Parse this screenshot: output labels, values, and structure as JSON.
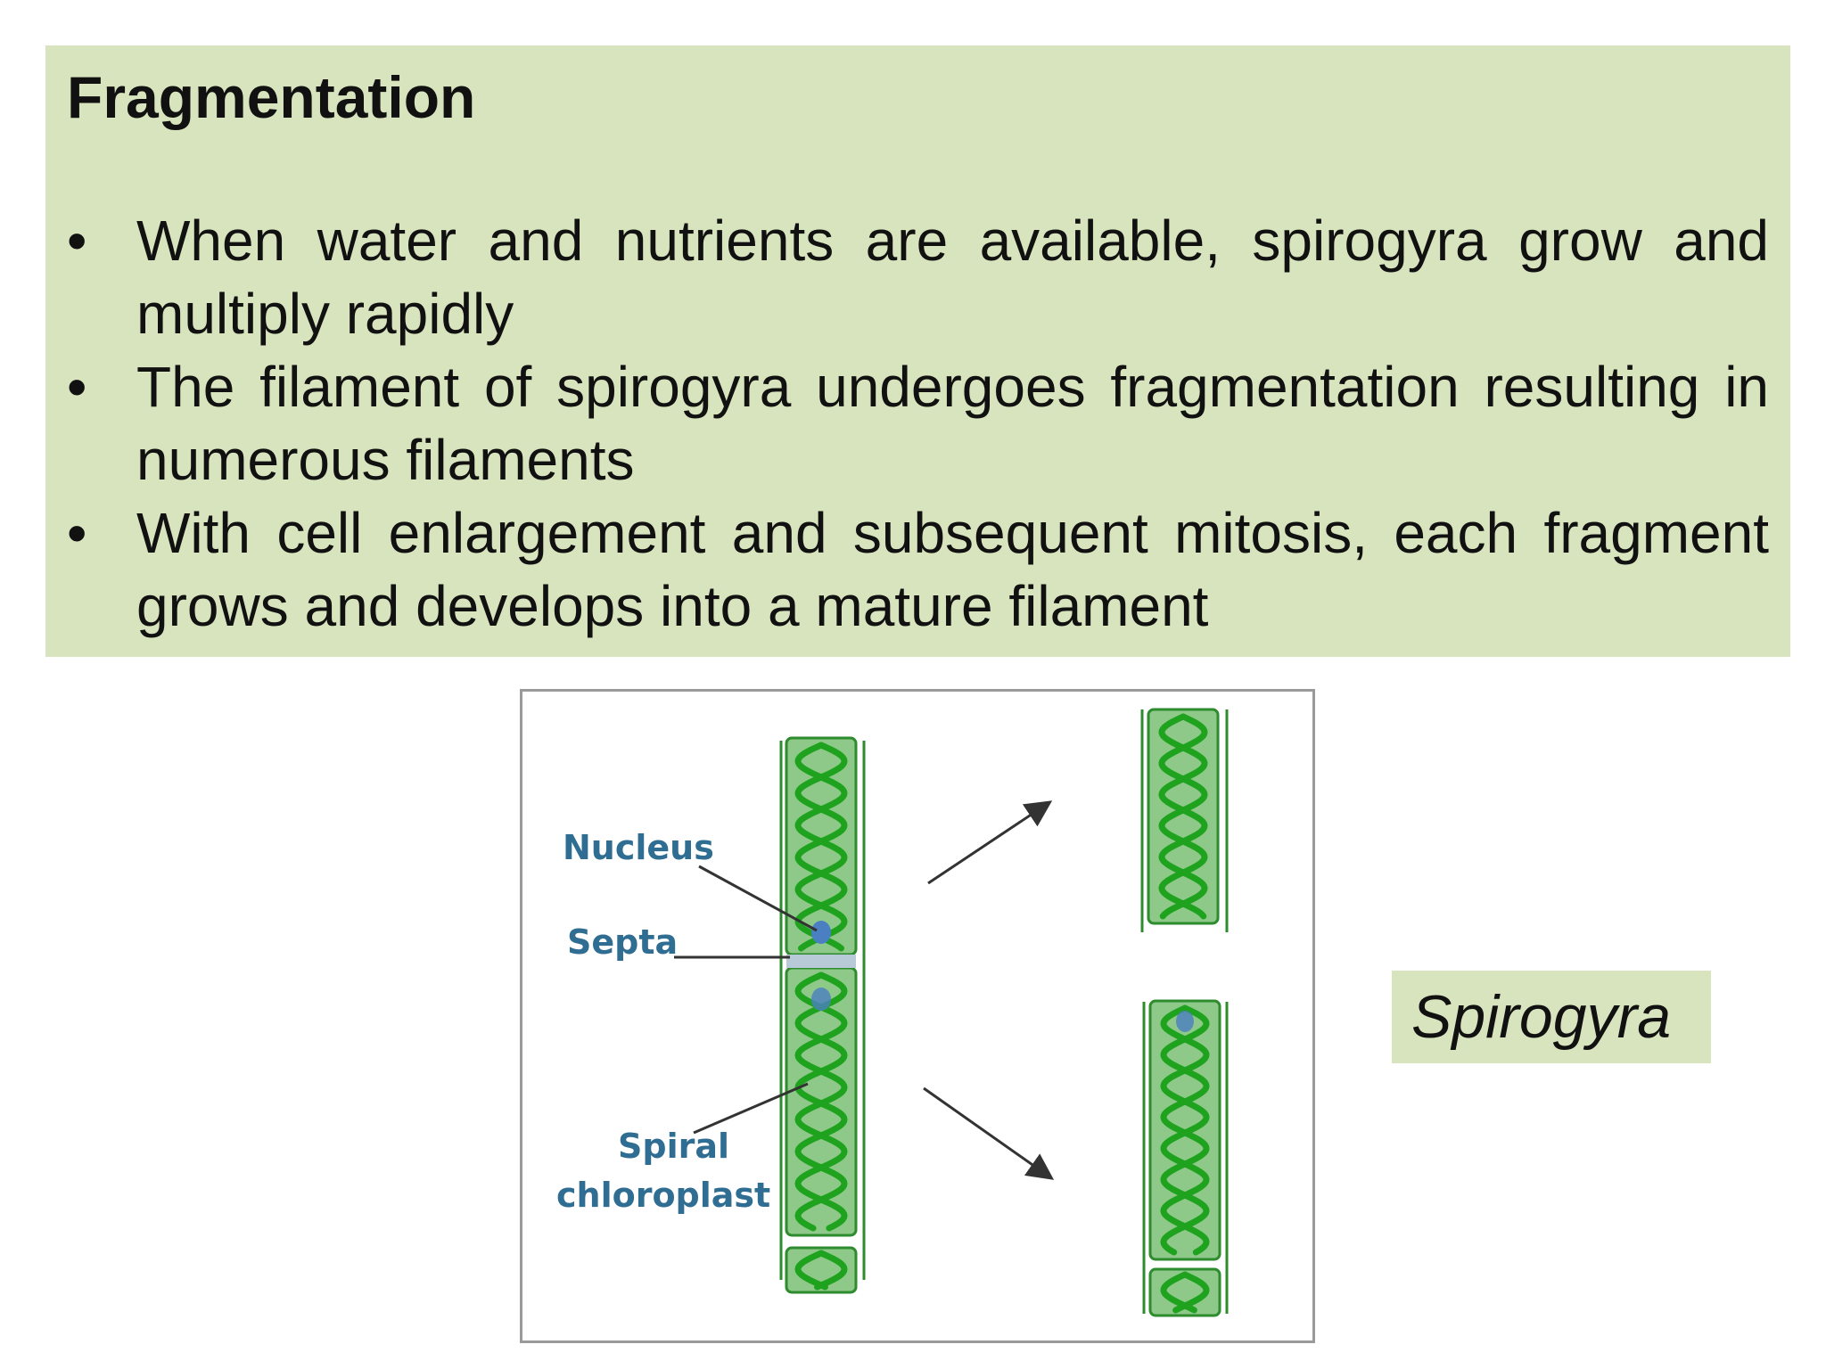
{
  "slide": {
    "title": "Fragmentation",
    "bullet_symbol": "•",
    "bullets": [
      "When water and nutrients are available, spirogyra grow and multiply rapidly",
      "The filament of spirogyra undergoes fragmentation resulting in numerous filaments",
      "With cell enlargement and subsequent mitosis, each fragment grows and develops into a mature filament"
    ],
    "caption": "Spirogyra"
  },
  "figure": {
    "labels": {
      "nucleus": "Nucleus",
      "septa": "Septa",
      "spiral_line1": "Spiral",
      "spiral_line2": "chloroplast"
    }
  },
  "colors": {
    "panel_background": "#d8e4bd",
    "chloroplast_green": "#1fa31f",
    "cell_fill": "#8fc98a",
    "label_blue": "#2f6d92",
    "nucleus_blue": "#4a7fc1"
  }
}
